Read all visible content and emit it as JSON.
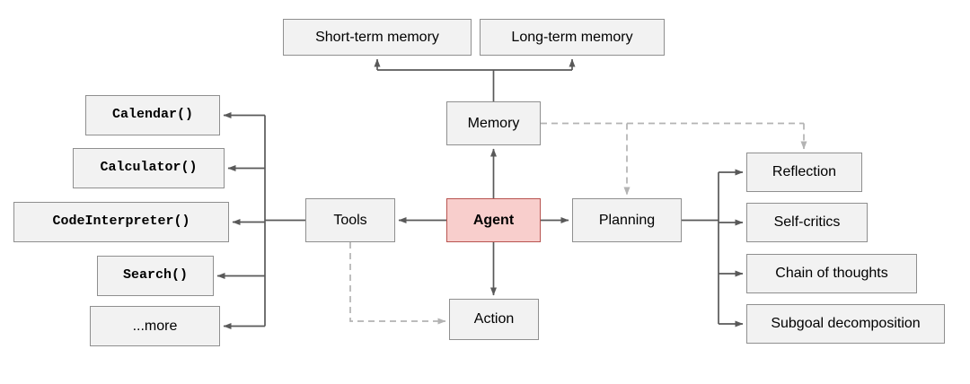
{
  "colors": {
    "box_fill": "#f2f2f2",
    "box_border": "#8f8f8f",
    "agent_fill": "#f8cecc",
    "agent_border": "#b85450",
    "solid_arrow": "#595959",
    "dashed_arrow": "#b3b3b3",
    "text": "#000000"
  },
  "nodes": {
    "short_term_memory": {
      "label": "Short-term memory"
    },
    "long_term_memory": {
      "label": "Long-term memory"
    },
    "memory": {
      "label": "Memory"
    },
    "agent": {
      "label": "Agent"
    },
    "tools": {
      "label": "Tools"
    },
    "planning": {
      "label": "Planning"
    },
    "action": {
      "label": "Action"
    },
    "calendar": {
      "label": "Calendar()"
    },
    "calculator": {
      "label": "Calculator()"
    },
    "code_interpreter": {
      "label": "CodeInterpreter()"
    },
    "search": {
      "label": "Search()"
    },
    "more": {
      "label": "...more"
    },
    "reflection": {
      "label": "Reflection"
    },
    "self_critics": {
      "label": "Self-critics"
    },
    "chain_of_thoughts": {
      "label": "Chain of thoughts"
    },
    "subgoal_decomposition": {
      "label": "Subgoal decomposition"
    }
  }
}
